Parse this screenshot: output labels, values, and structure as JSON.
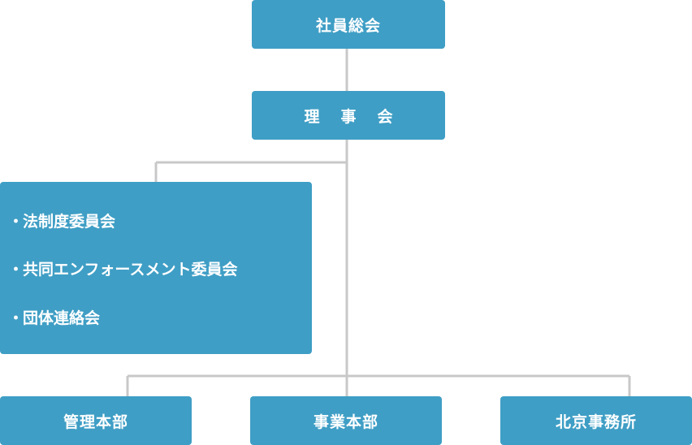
{
  "org_chart": {
    "general_assembly": "社員総会",
    "board": {
      "chars": [
        "理",
        "事",
        "会"
      ]
    },
    "committees": [
      "法制度委員会",
      "共同エンフォースメント委員会",
      "団体連絡会"
    ],
    "bullet": "・",
    "divisions": [
      "管理本部",
      "事業本部",
      "北京事務所"
    ]
  },
  "colors": {
    "box_fill": "#3f9ec5",
    "box_text": "#ffffff",
    "connector": "#c8c8c8"
  }
}
